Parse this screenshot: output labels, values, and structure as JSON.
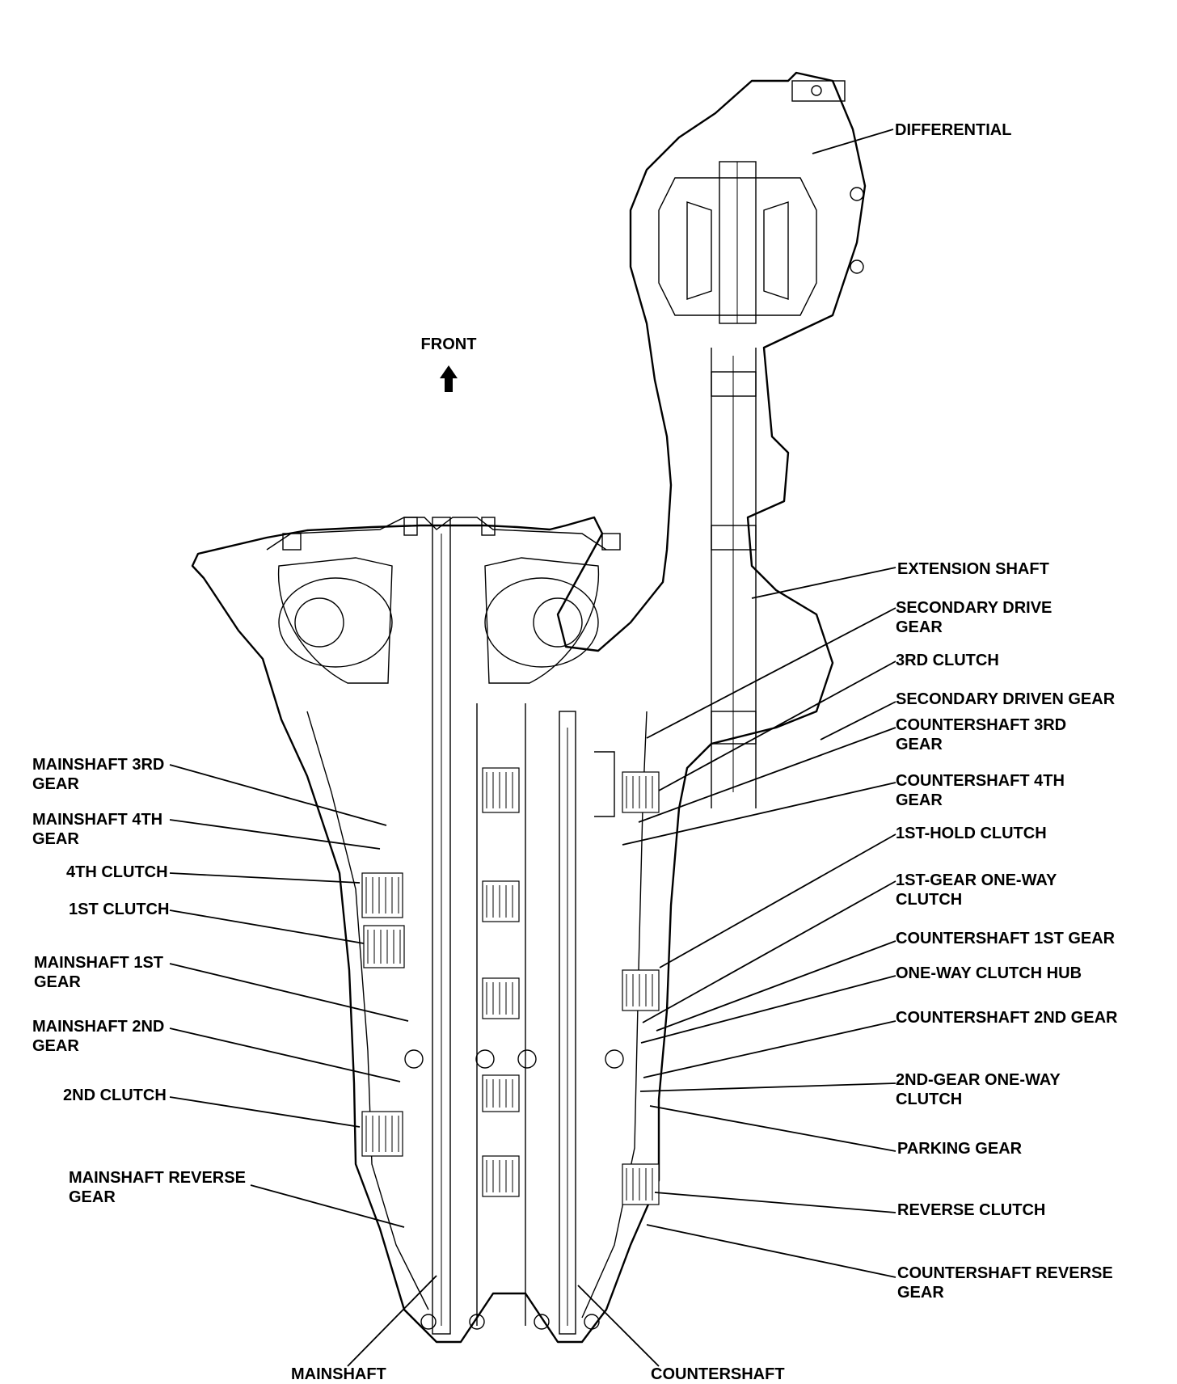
{
  "front": "FRONT",
  "labels": {
    "differential": [
      "DIFFERENTIAL"
    ],
    "extension_shaft": [
      "EXTENSION SHAFT"
    ],
    "secondary_drive_gear": [
      "SECONDARY DRIVE",
      "GEAR"
    ],
    "clutch_3rd": [
      "3RD CLUTCH"
    ],
    "secondary_driven_gear": [
      "SECONDARY DRIVEN GEAR"
    ],
    "countershaft_3rd_gear": [
      "COUNTERSHAFT 3RD",
      "GEAR"
    ],
    "countershaft_4th_gear": [
      "COUNTERSHAFT 4TH",
      "GEAR"
    ],
    "first_hold_clutch": [
      "1ST-HOLD CLUTCH"
    ],
    "first_gear_one_way_clutch": [
      "1ST-GEAR ONE-WAY",
      "CLUTCH"
    ],
    "countershaft_1st_gear": [
      "COUNTERSHAFT 1ST GEAR"
    ],
    "one_way_clutch_hub": [
      "ONE-WAY CLUTCH HUB"
    ],
    "countershaft_2nd_gear": [
      "COUNTERSHAFT 2ND GEAR"
    ],
    "second_gear_one_way_clutch": [
      "2ND-GEAR ONE-WAY",
      "CLUTCH"
    ],
    "parking_gear": [
      "PARKING GEAR"
    ],
    "reverse_clutch": [
      "REVERSE CLUTCH"
    ],
    "countershaft_reverse_gear": [
      "COUNTERSHAFT REVERSE",
      "GEAR"
    ],
    "mainshaft_3rd_gear": [
      "MAINSHAFT 3RD",
      "GEAR"
    ],
    "mainshaft_4th_gear": [
      "MAINSHAFT 4TH",
      "GEAR"
    ],
    "clutch_4th": [
      "4TH CLUTCH"
    ],
    "clutch_1st": [
      "1ST CLUTCH"
    ],
    "mainshaft_1st_gear": [
      "MAINSHAFT 1ST",
      "GEAR"
    ],
    "mainshaft_2nd_gear": [
      "MAINSHAFT 2ND",
      "GEAR"
    ],
    "clutch_2nd": [
      "2ND CLUTCH"
    ],
    "mainshaft_reverse_gear": [
      "MAINSHAFT REVERSE",
      "GEAR"
    ],
    "mainshaft": [
      "MAINSHAFT"
    ],
    "countershaft": [
      "COUNTERSHAFT"
    ]
  }
}
